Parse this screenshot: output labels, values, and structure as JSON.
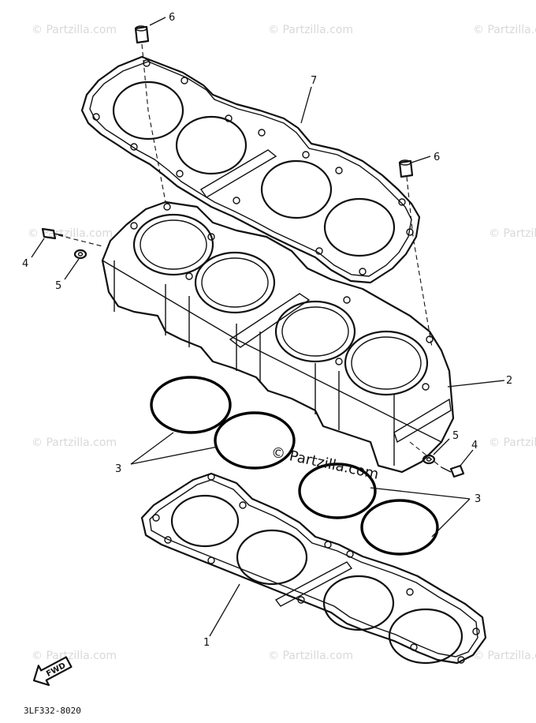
{
  "watermark": {
    "text": "© Partzilla.com",
    "center_text": "© Partzilla.com"
  },
  "callouts": {
    "c1": "1",
    "c2": "2",
    "c3a": "3",
    "c3b": "3",
    "c4a": "4",
    "c4b": "4",
    "c5a": "5",
    "c5b": "5",
    "c6a": "6",
    "c6b": "6",
    "c7": "7"
  },
  "fwd_label": "FWD",
  "diagram_code": "3LF332-8020"
}
